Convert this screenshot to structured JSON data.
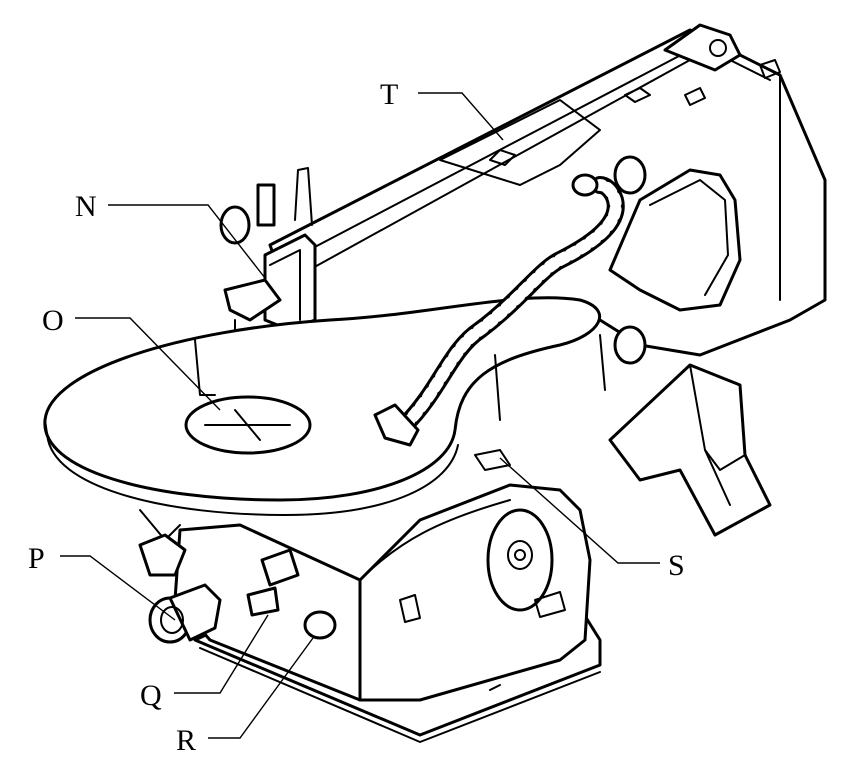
{
  "callouts": [
    {
      "key": "T",
      "text": "T"
    },
    {
      "key": "N",
      "text": "N"
    },
    {
      "key": "O",
      "text": "O"
    },
    {
      "key": "P",
      "text": "P"
    },
    {
      "key": "Q",
      "text": "Q"
    },
    {
      "key": "R",
      "text": "R"
    },
    {
      "key": "S",
      "text": "S"
    }
  ],
  "colors": {
    "line": "#000000",
    "background": "#ffffff"
  }
}
